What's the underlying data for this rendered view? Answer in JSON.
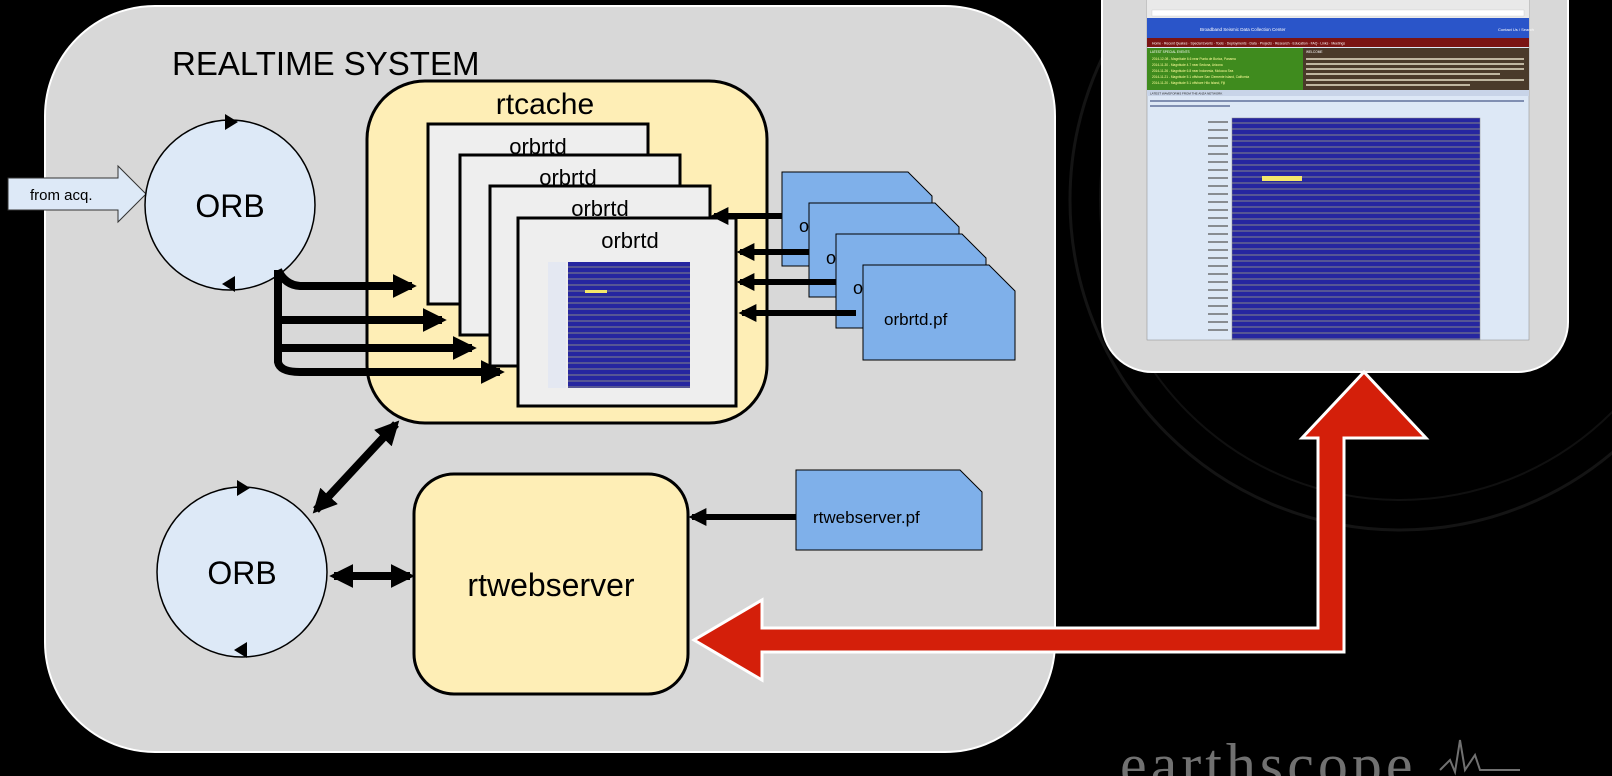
{
  "system": {
    "title": "REALTIME SYSTEM"
  },
  "input": {
    "label": "from acq."
  },
  "orb_top": {
    "label": "ORB"
  },
  "orb_bottom": {
    "label": "ORB"
  },
  "rtcache": {
    "title": "rtcache"
  },
  "orbrtd_stack": [
    "orbrtd",
    "orbrtd",
    "orbrtd",
    "orbrtd"
  ],
  "pf_stack": {
    "front_label": "orbrtd.pf",
    "peek_label": "o"
  },
  "rtwebserver": {
    "label": "rtwebserver"
  },
  "rtwebserver_pf": {
    "label": "rtwebserver.pf"
  },
  "browser": {
    "header_title": "Broadband Seismic Data Collection Center",
    "header_links": "Contact Us / Search",
    "nav": "Home · Recent Quakes · Special Events · Tools · Deployments · Data · Projects · Research · Education · FAQ · Links · Meetings",
    "events_heading": "LATEST SPECIAL EVENTS",
    "events": [
      "2014-12-08 - Magnitude 6.6 near Punta de Burica, Panama",
      "2014-11-30 - Magnitude 4.7 near Sedona, Arizona",
      "2014-11-26 - Magnitude 6.8 near Indonesia, Molucca Sea",
      "2014-11-21 - Magnitude 5.1 offshore San Clemente Island, California",
      "2014-11-20 - Magnitude 5.1 offshore Hilo Island, Fiji"
    ],
    "welcome_heading": "WELCOME",
    "waveforms_heading": "LATEST WAVEFORMS FROM THE ANZA NETWORK"
  },
  "colors": {
    "panel": "#d8d8d8",
    "box_yellow": "#feeeb6",
    "orb_blue": "#dde9f7",
    "pf_blue": "#7fb0ea",
    "red_arrow": "#d41f0a",
    "black": "#000000"
  }
}
